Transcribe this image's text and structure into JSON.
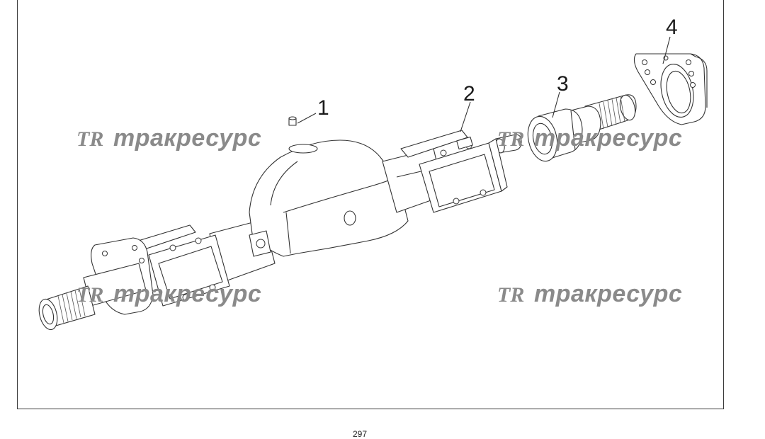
{
  "callouts": {
    "c1": "1",
    "c2": "2",
    "c3": "3",
    "c4": "4"
  },
  "watermark": {
    "logo": "TR",
    "text": "тракресурс"
  },
  "page_number": "297",
  "colors": {
    "line": "#333333",
    "watermark": "#8a8a8a",
    "background": "#ffffff"
  }
}
